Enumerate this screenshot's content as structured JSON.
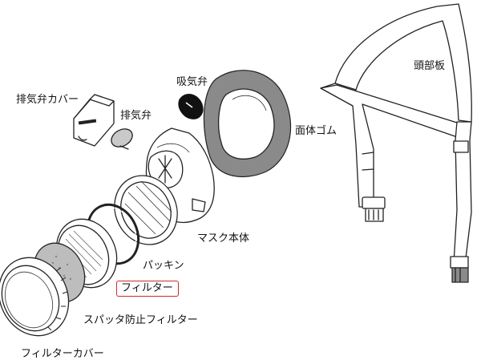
{
  "labels": {
    "exhaust_valve_cover": "排気弁カバー",
    "exhaust_valve": "排気弁",
    "inhalation_valve": "吸気弁",
    "face_rubber": "面体ゴム",
    "head_strap": "頭部板",
    "mask_body": "マスク本体",
    "gasket": "パッキン",
    "filter": "フィルター",
    "spatter_filter": "スパッタ防止フィルター",
    "filter_cover": "フィルターカバー"
  },
  "highlight": {
    "selected_label": "filter",
    "color": "#d0282e"
  },
  "colors": {
    "line": "#222222",
    "rubber": "#8a8a8a",
    "fabric": "#c9c9c9"
  }
}
